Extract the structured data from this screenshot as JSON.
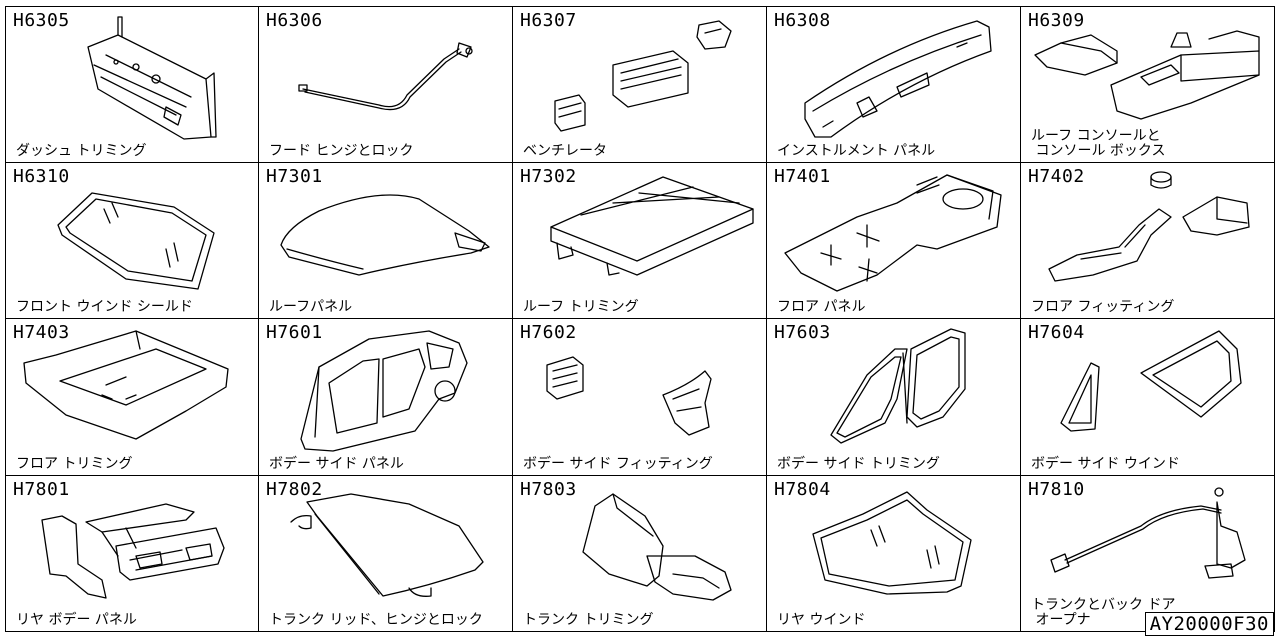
{
  "catalog_id": "AY20000F30",
  "cells": [
    {
      "code": "H6305",
      "label": "ダッシュ トリミング"
    },
    {
      "code": "H6306",
      "label": "フード ヒンジとロック"
    },
    {
      "code": "H6307",
      "label": "ベンチレータ"
    },
    {
      "code": "H6308",
      "label": "インストルメント パネル"
    },
    {
      "code": "H6309",
      "label": "ルーフ コンソールと\n コンソール ボックス"
    },
    {
      "code": "H6310",
      "label": "フロント ウインド シールド"
    },
    {
      "code": "H7301",
      "label": "ルーフパネル"
    },
    {
      "code": "H7302",
      "label": "ルーフ トリミング"
    },
    {
      "code": "H7401",
      "label": "フロア パネル"
    },
    {
      "code": "H7402",
      "label": "フロア フィッティング"
    },
    {
      "code": "H7403",
      "label": "フロア トリミング"
    },
    {
      "code": "H7601",
      "label": "ボデー サイド パネル"
    },
    {
      "code": "H7602",
      "label": "ボデー サイド フィッティング"
    },
    {
      "code": "H7603",
      "label": "ボデー サイド トリミング"
    },
    {
      "code": "H7604",
      "label": "ボデー サイド ウインド"
    },
    {
      "code": "H7801",
      "label": "リヤ ボデー パネル"
    },
    {
      "code": "H7802",
      "label": "トランク リッド、ヒンジとロック"
    },
    {
      "code": "H7803",
      "label": "トランク トリミング"
    },
    {
      "code": "H7804",
      "label": "リヤ ウインド"
    },
    {
      "code": "H7810",
      "label": "トランクとバック ドア\n オープナ"
    }
  ]
}
